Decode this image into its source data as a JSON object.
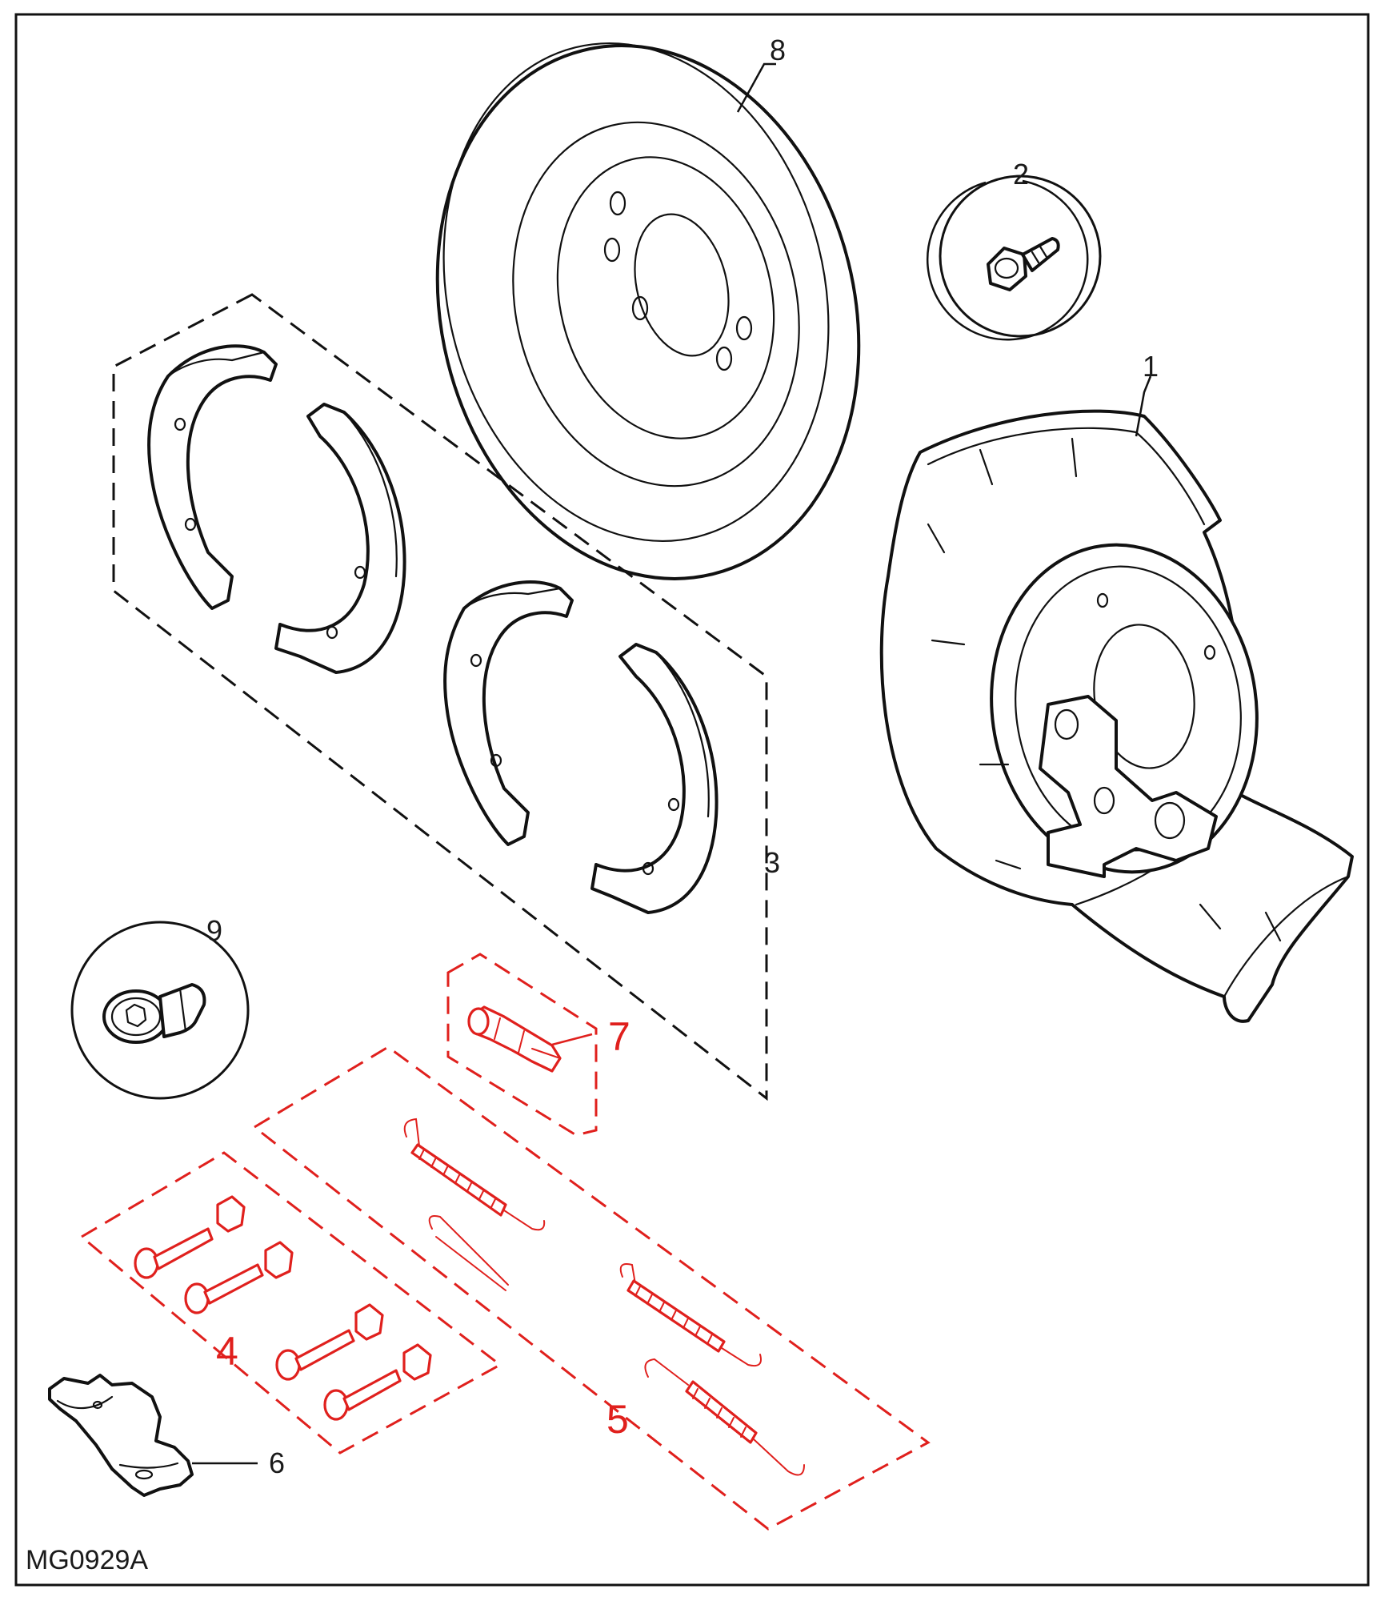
{
  "figure_code": "MG0929A",
  "callouts": {
    "c1": "1",
    "c2": "2",
    "c3": "3",
    "c4": "4",
    "c5": "5",
    "c6": "6",
    "c7": "7",
    "c8": "8",
    "c9": "9"
  },
  "colors": {
    "line": "#111111",
    "highlight": "#e0201d",
    "background": "#ffffff"
  }
}
